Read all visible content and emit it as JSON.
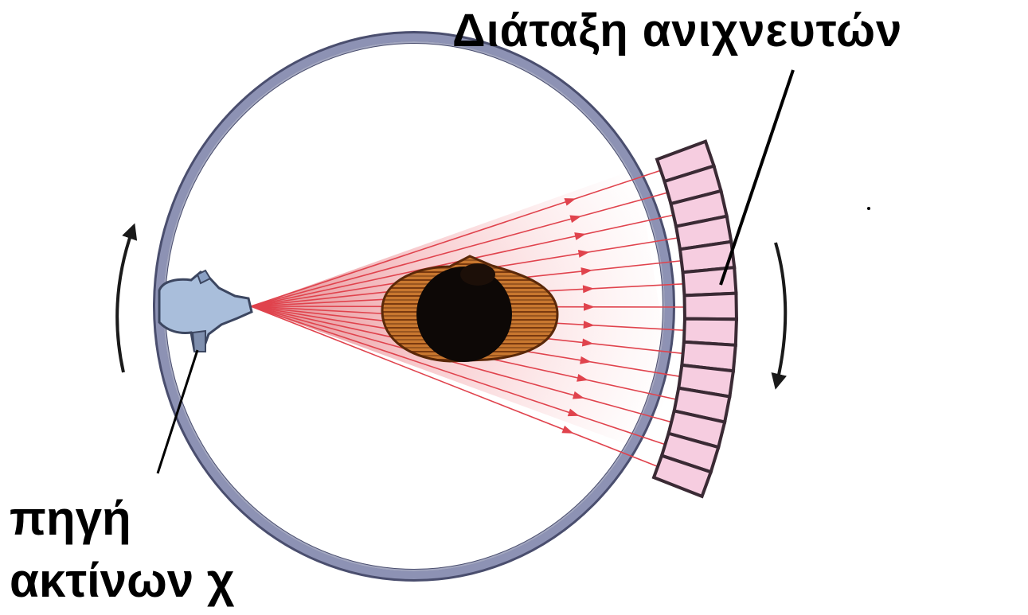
{
  "labels": {
    "detector_array": "Διάταξη ανιχνευτών",
    "source_line1": "πηγή",
    "source_line2": "ακτίνων χ"
  },
  "colors": {
    "gantry_ring": "#8d92b4",
    "gantry_ring_edge": "#4a4e6e",
    "xray_beam": "#e0434d",
    "detector_fill": "#f6cde0",
    "detector_edge": "#3a2a34",
    "tube_fill": "#a9bedb",
    "object_outer": "#c0722f",
    "object_core": "#0d0806",
    "arrows": "#1a1a1a"
  },
  "icons": {
    "source": "xray-tube-icon",
    "object": "patient-cross-section-icon",
    "rotation_left": "rotation-arrow-up-icon",
    "rotation_right": "rotation-arrow-down-icon"
  },
  "detector_cell_count": 14,
  "ray_count": 14
}
